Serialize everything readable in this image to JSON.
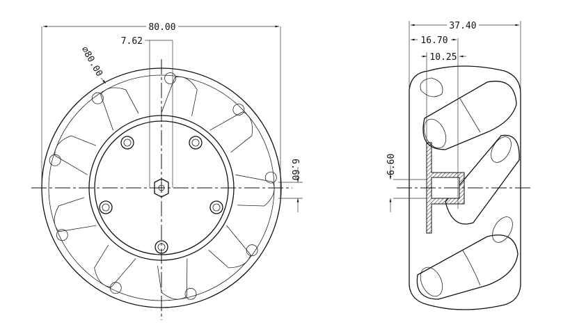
{
  "front_view": {
    "overall_width": "80.00",
    "diameter": "⌀80.00",
    "hub_offset": "7.62",
    "axis_offset": "6.60"
  },
  "side_view": {
    "overall_width": "37.40",
    "hub_depth": "16.70",
    "inner_depth": "10.25",
    "axis_offset": "6.60"
  }
}
